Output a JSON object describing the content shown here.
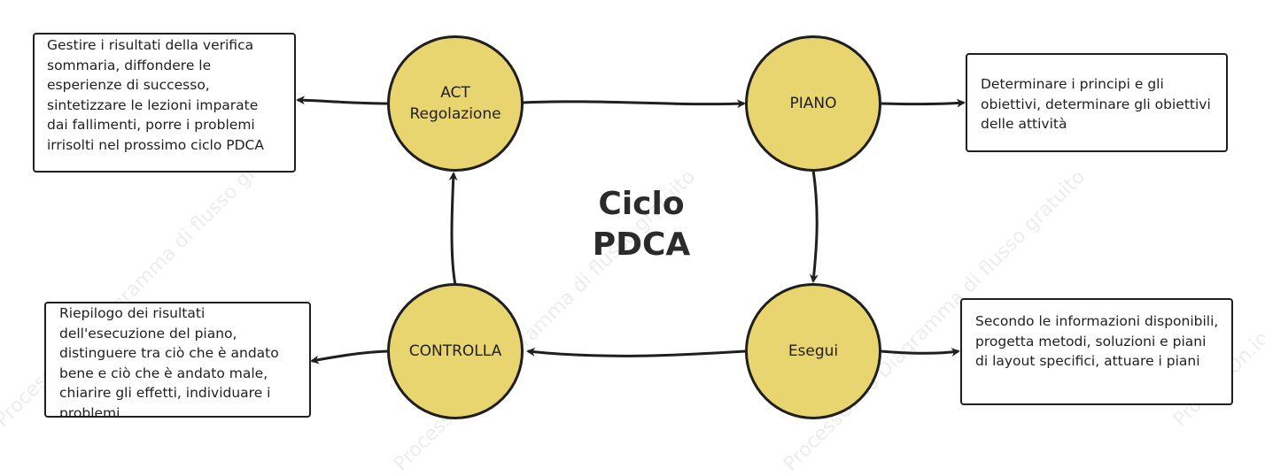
{
  "diagram": {
    "title": "Ciclo\nPDCA",
    "watermark": "ProcessOn.io Diagramma di flusso gratuito",
    "colors": {
      "node_fill": "#e9d56f",
      "stroke": "#1f1f1f"
    },
    "nodes": {
      "act": "ACT\nRegolazione",
      "piano": "PIANO",
      "esegui": "Esegui",
      "controlla": "CONTROLLA"
    },
    "notes": {
      "act": "Gestire i risultati della verifica sommaria, diffondere le esperienze di successo, sintetizzare le lezioni imparate dai fallimenti, porre i problemi irrisolti nel prossimo ciclo PDCA",
      "piano": "Determinare i principi e gli obiettivi, determinare gli obiettivi delle attività",
      "esegui": "Secondo le informazioni disponibili, progetta metodi, soluzioni e piani di layout specifici, attuare i piani",
      "controlla": "Riepilogo dei risultati dell'esecuzione del piano, distinguere tra ciò che è andato bene e ciò che è andato male, chiarire gli effetti, individuare i problemi"
    }
  }
}
